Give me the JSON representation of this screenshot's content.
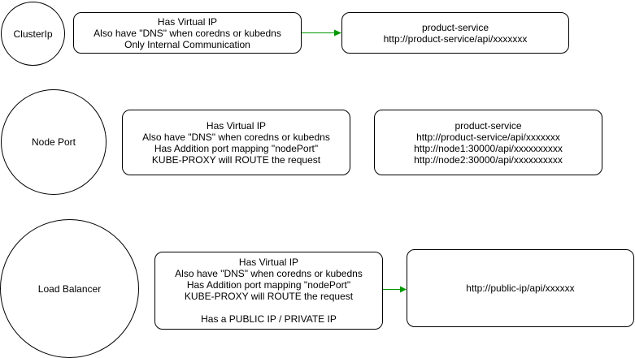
{
  "rows": [
    {
      "type_label": "ClusterIp",
      "feature_lines": [
        "Has Virtual IP",
        "Also have \"DNS\" when coredns or kubedns",
        "Only Internal Communication"
      ],
      "endpoint_lines": [
        "product-service",
        "http://product-service/api/xxxxxxx"
      ]
    },
    {
      "type_label": "Node Port",
      "feature_lines": [
        "Has Virtual IP",
        "Also have \"DNS\" when coredns or kubedns",
        "Has Addition port mapping \"nodePort\"",
        "KUBE-PROXY will ROUTE the request"
      ],
      "endpoint_lines": [
        "product-service",
        "http://product-service/api/xxxxxxx",
        "http://node1:30000/api/xxxxxxxxxx",
        "http://node2:30000/api/xxxxxxxxxx"
      ]
    },
    {
      "type_label": "Load Balancer",
      "feature_lines": [
        "Has Virtual IP",
        "Also have \"DNS\" when coredns or kubedns",
        "Has Addition port mapping \"nodePort\"",
        "KUBE-PROXY will ROUTE the request",
        "",
        "Has a PUBLIC IP / PRIVATE IP"
      ],
      "endpoint_lines": [
        "http://public-ip/api/xxxxxx"
      ]
    }
  ],
  "colors": {
    "arrow": "#009900",
    "stroke": "#000000"
  }
}
